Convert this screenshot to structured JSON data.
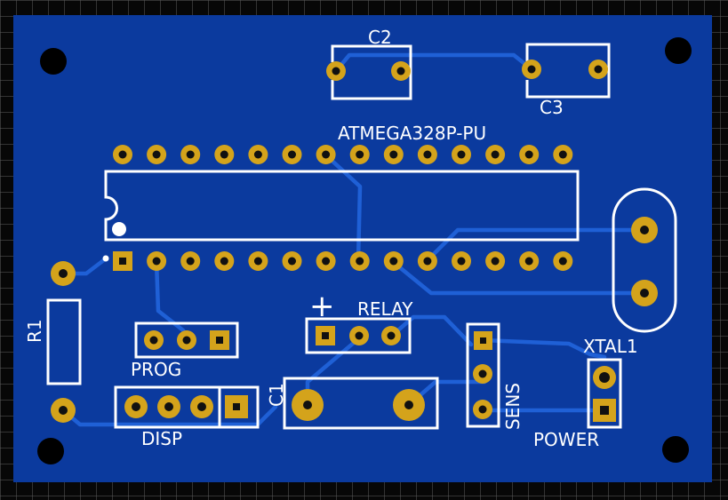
{
  "colors": {
    "board": "#0b3a9e",
    "trace": "#1f60d6",
    "pad": "#d4a31b",
    "pad_hole": "#111111",
    "silkscreen": "#ffffff",
    "mounting_hole": "#000000"
  },
  "labels": {
    "c2": "C2",
    "c3": "C3",
    "mcu": "ATMEGA328P-PU",
    "r1": "R1",
    "prog": "PROG",
    "relay": "RELAY",
    "plus": "+",
    "c1": "C1",
    "disp": "DISP",
    "sens": "SENS",
    "xtal1": "XTAL1",
    "power": "POWER"
  },
  "mcu": {
    "pins_per_side": 14
  }
}
